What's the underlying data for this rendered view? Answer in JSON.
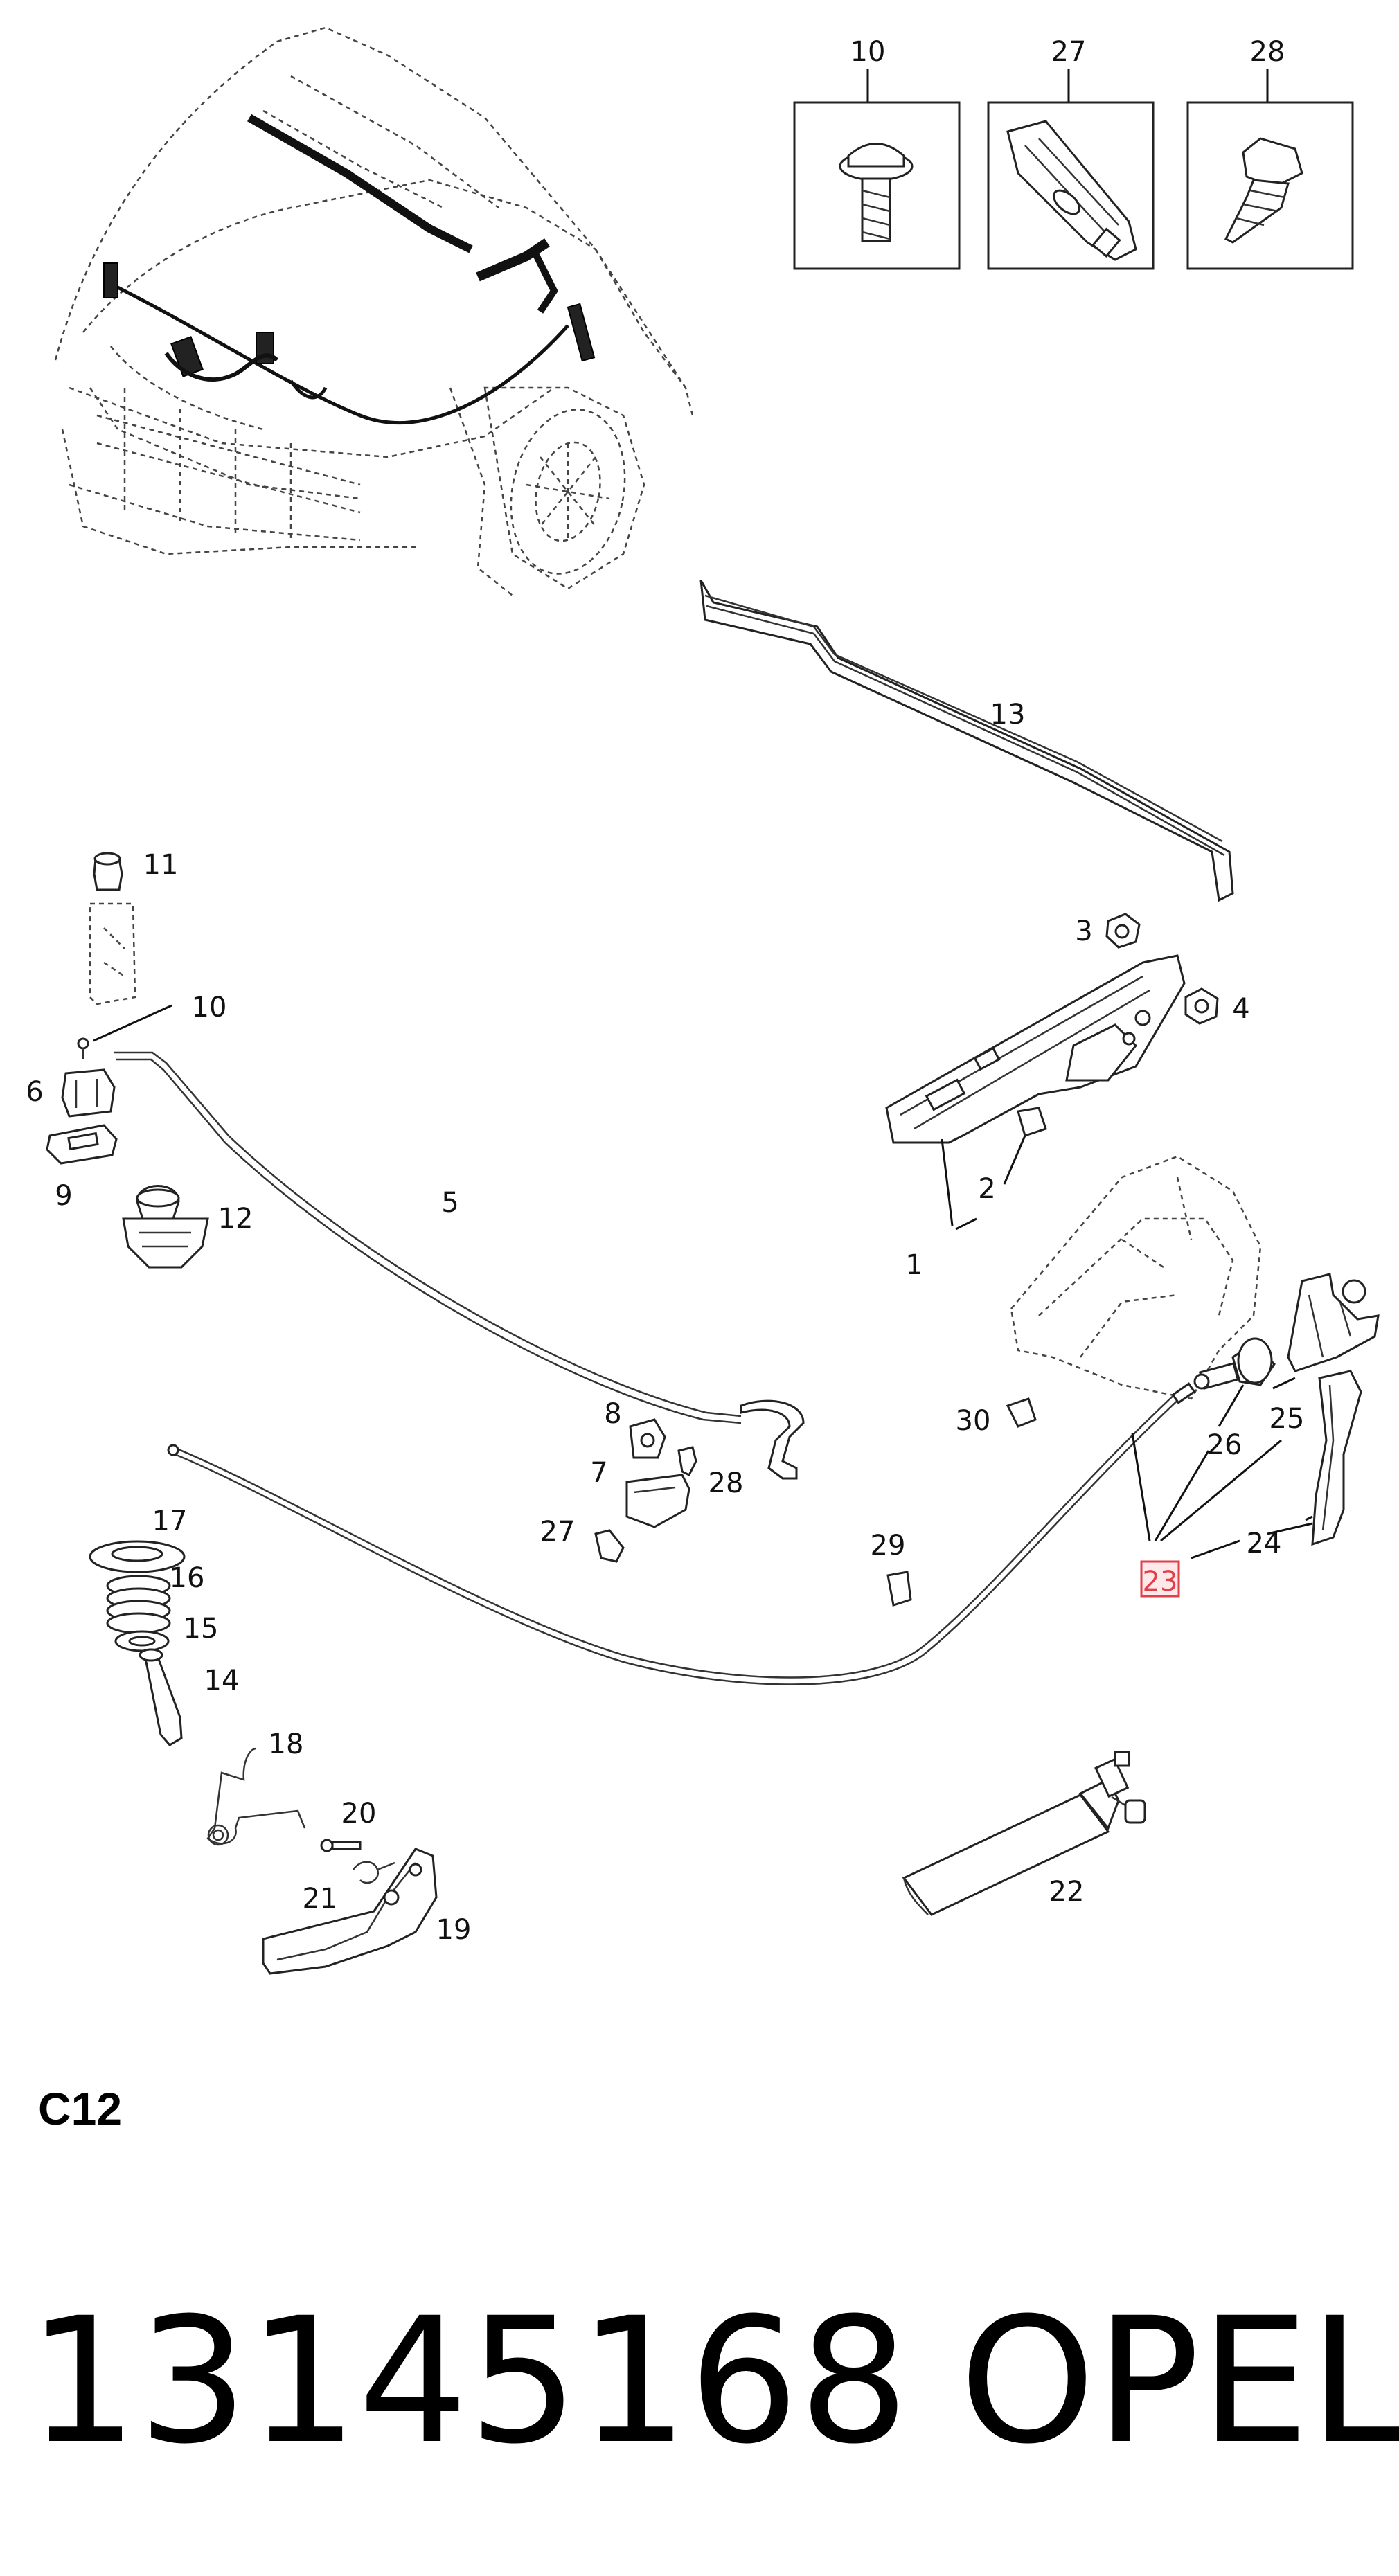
{
  "callouts": {
    "c1": "1",
    "c2": "2",
    "c3": "3",
    "c4": "4",
    "c5": "5",
    "c6": "6",
    "c7": "7",
    "c8": "8",
    "c9": "9",
    "c10": "10",
    "c11": "11",
    "c12": "12",
    "c13": "13",
    "c14": "14",
    "c15": "15",
    "c16": "16",
    "c17": "17",
    "c18": "18",
    "c19": "19",
    "c20": "20",
    "c21": "21",
    "c22": "22",
    "c23": "23",
    "c24": "24",
    "c25": "25",
    "c26": "26",
    "c27": "27",
    "c28": "28",
    "c29": "29",
    "c30": "30"
  },
  "inset_boxes": [
    {
      "label": "10",
      "icon": "screw-flange-icon"
    },
    {
      "label": "27",
      "icon": "clip-icon"
    },
    {
      "label": "28",
      "icon": "tapping-screw-icon"
    }
  ],
  "highlighted_callout": "23",
  "highlight_color": "#e0404a",
  "section_code": "C12",
  "footer": {
    "part_number": "13145168",
    "brand": "OPEL"
  }
}
